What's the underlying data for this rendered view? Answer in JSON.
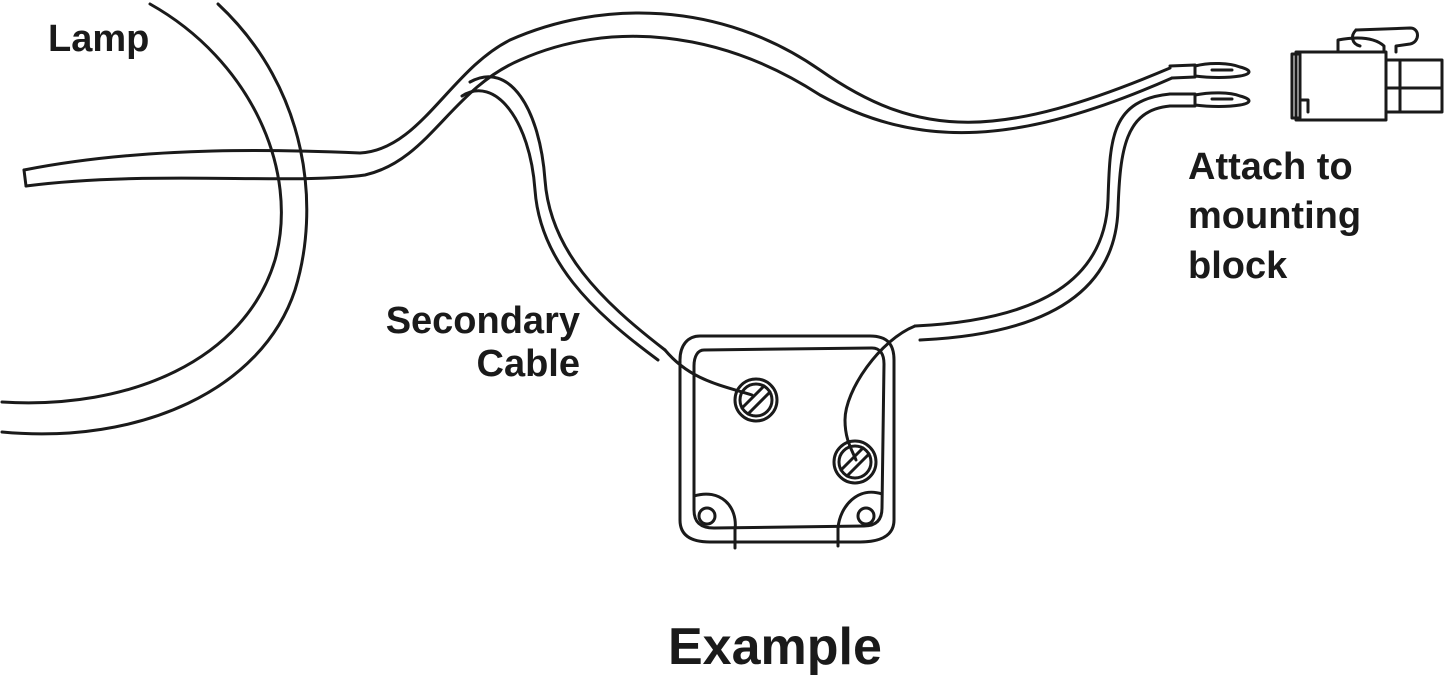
{
  "labels": {
    "lamp": "Lamp",
    "secondary_cable": [
      "Secondary",
      "Cable"
    ],
    "attach": [
      "Attach to",
      "mounting",
      "block"
    ],
    "example": "Example"
  },
  "colors": {
    "stroke": "#1a1a1a",
    "background": "#ffffff"
  },
  "icons": [
    "screw-icon",
    "mounting-hole-icon",
    "connector-plug-icon",
    "wire-terminal-icon"
  ]
}
